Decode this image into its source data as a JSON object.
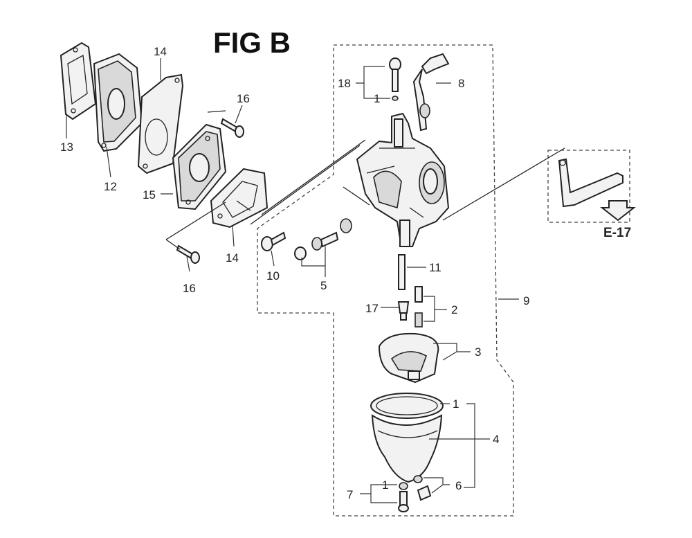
{
  "figure": {
    "title": "FIG B",
    "reference": "E-17"
  },
  "callouts": {
    "c13": "13",
    "c12": "12",
    "c14a": "14",
    "c14b": "14",
    "c15": "15",
    "c16a": "16",
    "c16b": "16",
    "c18": "18",
    "c1a": "1",
    "c8": "8",
    "c10": "10",
    "c5": "5",
    "c11": "11",
    "c9": "9",
    "c17": "17",
    "c2": "2",
    "c3": "3",
    "c1b": "1",
    "c4": "4",
    "c1c": "1",
    "c7": "7",
    "c6": "6"
  },
  "colors": {
    "line": "#222222",
    "part_fill": "#f2f2f2",
    "shade": "#d9d9d9"
  }
}
